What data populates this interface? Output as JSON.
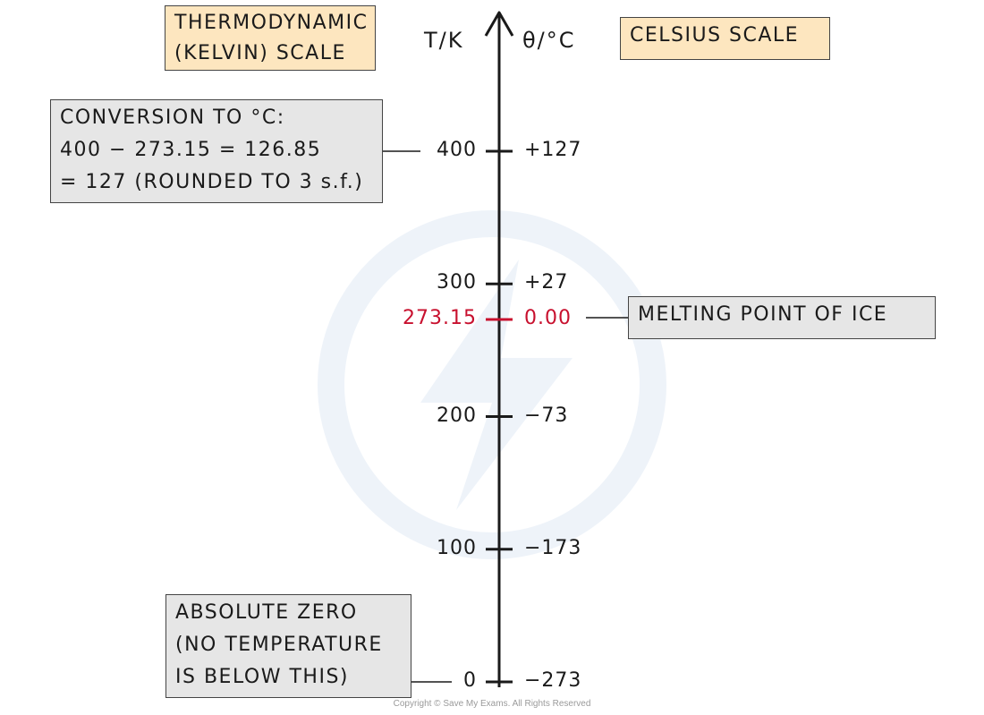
{
  "headers": {
    "kelvin_symbol": "T/K",
    "celsius_symbol": "θ/°C"
  },
  "kelvin_box": [
    "THERMODYNAMIC",
    "(KELVIN)  SCALE"
  ],
  "celsius_box": [
    "CELSIUS  SCALE"
  ],
  "conversion_box": [
    "CONVERSION  TO  °C:",
    "400 − 273.15 = 126.85",
    "= 127 (ROUNDED  TO  3 s.f.)"
  ],
  "melting_box": [
    "MELTING  POINT  OF  ICE"
  ],
  "absolute_box": [
    "ABSOLUTE  ZERO",
    "(NO  TEMPERATURE",
    "IS  BELOW  THIS)"
  ],
  "ticks": [
    {
      "kelvin": "400",
      "celsius": "+127",
      "value_k": 400,
      "highlight": false
    },
    {
      "kelvin": "300",
      "celsius": "+27",
      "value_k": 300,
      "highlight": false
    },
    {
      "kelvin": "273.15",
      "celsius": "0.00",
      "value_k": 273.15,
      "highlight": true
    },
    {
      "kelvin": "200",
      "celsius": "−73",
      "value_k": 200,
      "highlight": false
    },
    {
      "kelvin": "100",
      "celsius": "−173",
      "value_k": 100,
      "highlight": false
    },
    {
      "kelvin": "0",
      "celsius": "−273",
      "value_k": 0,
      "highlight": false
    }
  ],
  "colors": {
    "highlight": "#c8102e",
    "box_orange": "#fde6bf",
    "box_grey": "#e6e6e6"
  },
  "copyright": "Copyright © Save My Exams. All Rights Reserved"
}
